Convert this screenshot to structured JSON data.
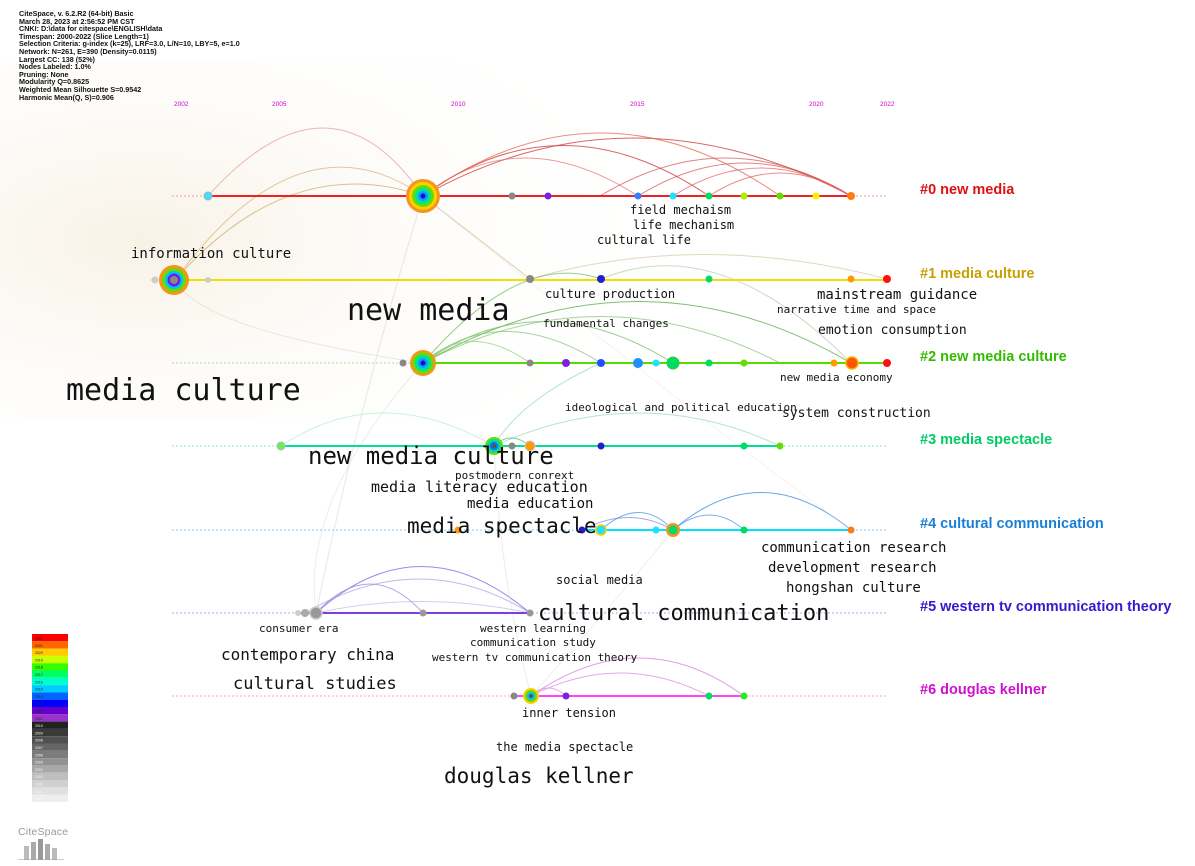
{
  "info_lines": [
    "CiteSpace, v. 6.2.R2 (64-bit) Basic",
    "March 28, 2023 at 2:56:52 PM CST",
    "CNKI: D:\\data for citespace\\ENGLISH\\data",
    "Timespan: 2000-2022 (Slice Length=1)",
    "Selection Criteria: g-index (k=25), LRF=3.0, L/N=10, LBY=5, e=1.0",
    "Network: N=261, E=390 (Density=0.0115)",
    "Largest CC: 138 (52%)",
    "Nodes Labeled: 1.0%",
    "Pruning: None",
    "Modularity Q=0.8625",
    "Weighted Mean Silhouette S=0.9542",
    "Harmonic Mean(Q, S)=0.906"
  ],
  "years": [
    "2002",
    "2005",
    "2010",
    "2015",
    "2020",
    "2022"
  ],
  "clusters": [
    {
      "label": "#0 new media",
      "color": "#e01010"
    },
    {
      "label": "#1 media culture",
      "color": "#c8a000"
    },
    {
      "label": "#2 new media culture",
      "color": "#33bb00"
    },
    {
      "label": "#3 media spectacle",
      "color": "#00cc66"
    },
    {
      "label": "#4 cultural communication",
      "color": "#1a7fd8"
    },
    {
      "label": "#5 western tv communication theory",
      "color": "#3a16cc"
    },
    {
      "label": "#6 douglas kellner",
      "color": "#d010d0"
    }
  ],
  "keywords": [
    {
      "text": "field mechaism",
      "size": 12
    },
    {
      "text": "life mechanism",
      "size": 12
    },
    {
      "text": "cultural life",
      "size": 12
    },
    {
      "text": "information culture",
      "size": 14
    },
    {
      "text": "culture production",
      "size": 12
    },
    {
      "text": "mainstream guidance",
      "size": 14
    },
    {
      "text": "narrative time and space",
      "size": 11
    },
    {
      "text": "new media",
      "size": 30
    },
    {
      "text": "fundamental changes",
      "size": 11
    },
    {
      "text": "emotion consumption",
      "size": 13
    },
    {
      "text": "media culture",
      "size": 30
    },
    {
      "text": "new media economy",
      "size": 11
    },
    {
      "text": "ideological and political education",
      "size": 11
    },
    {
      "text": "system construction",
      "size": 13
    },
    {
      "text": "new media culture",
      "size": 24
    },
    {
      "text": "postmodern conrext",
      "size": 11
    },
    {
      "text": "media literacy education",
      "size": 15
    },
    {
      "text": "media education",
      "size": 14
    },
    {
      "text": "media spectacle",
      "size": 21
    },
    {
      "text": "communication research",
      "size": 14
    },
    {
      "text": "development research",
      "size": 14
    },
    {
      "text": "hongshan culture",
      "size": 14
    },
    {
      "text": "social media",
      "size": 12
    },
    {
      "text": "cultural communication",
      "size": 22
    },
    {
      "text": "consumer era",
      "size": 11
    },
    {
      "text": "western learning",
      "size": 11
    },
    {
      "text": "communication study",
      "size": 11
    },
    {
      "text": "western tv communication theory",
      "size": 11
    },
    {
      "text": "contemporary china",
      "size": 16
    },
    {
      "text": "cultural studies",
      "size": 17
    },
    {
      "text": "inner tension",
      "size": 12
    },
    {
      "text": "the media spectacle",
      "size": 12
    },
    {
      "text": "douglas kellner",
      "size": 21
    }
  ],
  "logo_text": "CiteSpace",
  "legend_years": [
    "2022",
    "2021",
    "2020",
    "2019",
    "2018",
    "2017",
    "2016",
    "2015",
    "2014",
    "2013",
    "2012",
    "2011",
    "2010",
    "2009",
    "2008",
    "2007",
    "2006",
    "2005",
    "2004",
    "2003",
    "2002",
    "2001",
    "2000"
  ],
  "legend_colors": [
    "#ff0000",
    "#ff6600",
    "#ffcc00",
    "#ccff00",
    "#33ff00",
    "#00ff66",
    "#00ffcc",
    "#00ccff",
    "#0066ff",
    "#0000ff",
    "#6600cc",
    "#9933cc",
    "#222222",
    "#3a3a3a",
    "#505050",
    "#666666",
    "#7c7c7c",
    "#929292",
    "#a8a8a8",
    "#bebebe",
    "#d0d0d0",
    "#e0e0e0",
    "#eeeeee"
  ]
}
